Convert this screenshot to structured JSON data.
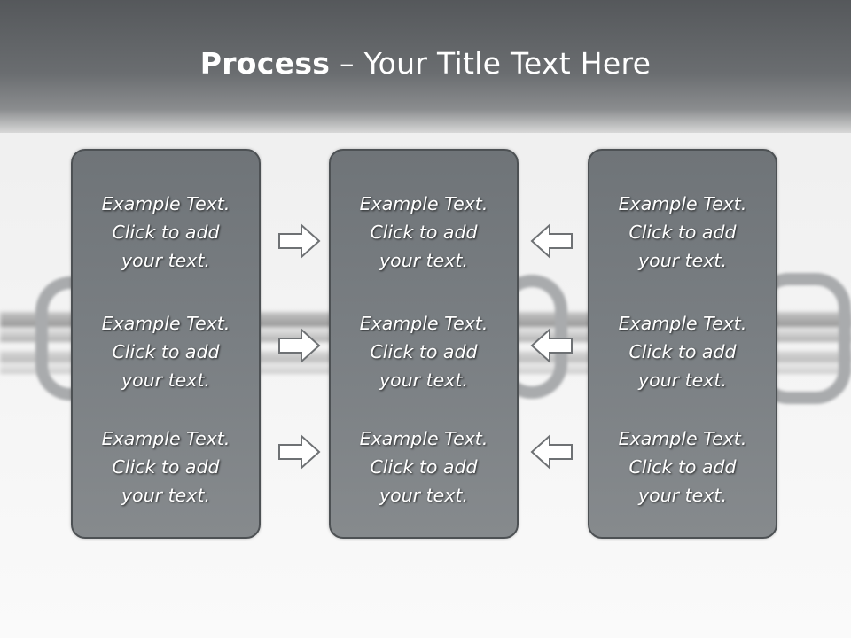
{
  "slide": {
    "title_bold": "Process",
    "title_rest": " – Your Title Text Here"
  },
  "columns": [
    {
      "items": [
        {
          "line1": "Example Text.",
          "line2": "Click  to add",
          "line3": "your text."
        },
        {
          "line1": "Example Text.",
          "line2": "Click  to add",
          "line3": "your text."
        },
        {
          "line1": "Example Text.",
          "line2": "Click  to add",
          "line3": "your text."
        }
      ]
    },
    {
      "items": [
        {
          "line1": "Example Text.",
          "line2": "Click  to add",
          "line3": "your text."
        },
        {
          "line1": "Example Text.",
          "line2": "Click  to add",
          "line3": "your text."
        },
        {
          "line1": "Example Text.",
          "line2": "Click  to add",
          "line3": "your text."
        }
      ]
    },
    {
      "items": [
        {
          "line1": "Example Text.",
          "line2": "Click  to add",
          "line3": "your text."
        },
        {
          "line1": "Example Text.",
          "line2": "Click  to add",
          "line3": "your text."
        },
        {
          "line1": "Example Text.",
          "line2": "Click  to add",
          "line3": "your text."
        }
      ]
    }
  ],
  "arrows": {
    "left_group": [
      "right-arrow-icon",
      "right-arrow-icon",
      "right-arrow-icon"
    ],
    "right_group": [
      "left-arrow-icon",
      "left-arrow-icon",
      "left-arrow-icon"
    ]
  },
  "colors": {
    "title_band": "#55585b",
    "panel_fill": "#7a7f83",
    "panel_border": "#4d5154",
    "arrow_stroke": "#6e7174",
    "text": "#ffffff"
  }
}
